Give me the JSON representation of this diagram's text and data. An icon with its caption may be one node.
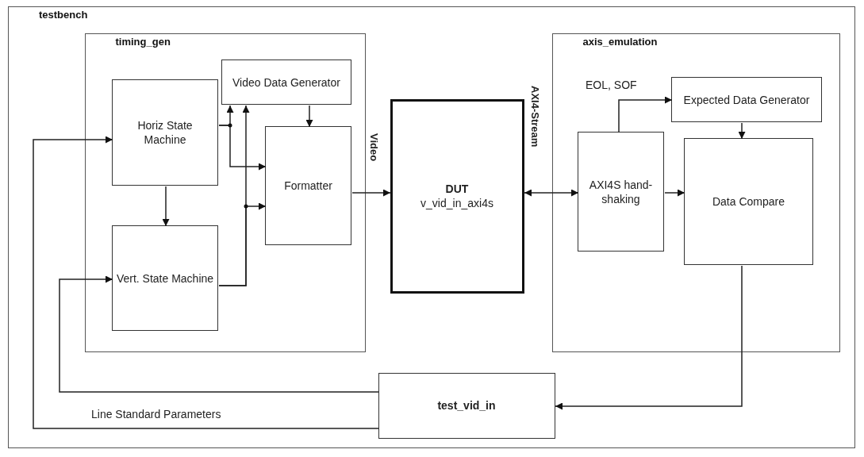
{
  "diagram": {
    "nodes": [
      {
        "text": [
          "testbench"
        ]
      },
      {
        "text": [
          "timing_gen"
        ],
        "in": 0
      },
      {
        "text": [
          "Horiz State Machine"
        ],
        "in": 1
      },
      {
        "text": [
          "Video Data Generator"
        ],
        "in": 1
      },
      {
        "text": [
          "Formatter"
        ],
        "in": 1
      },
      {
        "text": [
          "Vert. State Machine"
        ],
        "in": 1
      },
      {
        "text": [
          "DUT",
          "v_vid_in_axi4s"
        ],
        "in": 0
      },
      {
        "text": [
          "axis_emulation"
        ],
        "in": 0
      },
      {
        "text": [
          "Expected Data Generator"
        ],
        "in": 7
      },
      {
        "text": [
          "AXI4S hand-shaking"
        ],
        "in": 7
      },
      {
        "text": [
          "Data Compare"
        ],
        "in": 7
      },
      {
        "text": [
          "test_vid_in"
        ],
        "in": 0
      }
    ],
    "edges": [
      {
        "from": 2,
        "to": 3,
        "arrow": "to"
      },
      {
        "from": 2,
        "to": 4,
        "arrow": "to"
      },
      {
        "from": 2,
        "to": 5,
        "arrow": "to"
      },
      {
        "from": 5,
        "to": 3,
        "arrow": "to"
      },
      {
        "from": 5,
        "to": 4,
        "arrow": "to"
      },
      {
        "from": 3,
        "to": 4,
        "arrow": "to"
      },
      {
        "from": 4,
        "to": 6,
        "arrow": "to",
        "label": "Video"
      },
      {
        "from": 6,
        "to": 9,
        "arrow": "both",
        "label": "AXI4-Stream"
      },
      {
        "from": 9,
        "to": 8,
        "arrow": "to",
        "label": "EOL, SOF"
      },
      {
        "from": 9,
        "to": 10,
        "arrow": "to"
      },
      {
        "from": 8,
        "to": 10,
        "arrow": "to"
      },
      {
        "from": 10,
        "to": 11,
        "arrow": "to"
      },
      {
        "from": 11,
        "to": 5,
        "arrow": "to"
      },
      {
        "from": 11,
        "to": 2,
        "arrow": "to",
        "label": "Line Standard Parameters"
      }
    ]
  }
}
